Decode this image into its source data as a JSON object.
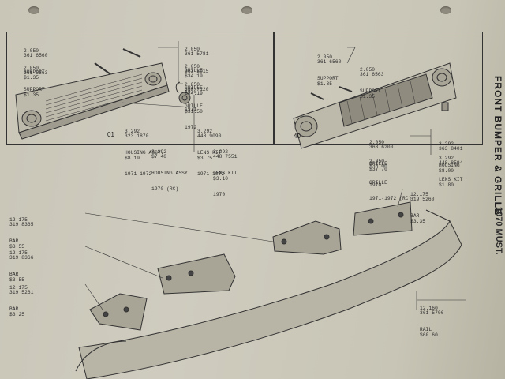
{
  "header": {
    "vertical_title": "FRONT BUMPER & GRILLE",
    "vertical_subtitle": "1970 MUST."
  },
  "panel_left": {
    "figure": "01",
    "labels": [
      {
        "code": "2.050",
        "part": "361 6560",
        "name": "SUPPORT",
        "price": "$1.35"
      },
      {
        "code": "2.050",
        "part": "361 6563",
        "name": "SUPPORT",
        "price": "$1.35"
      },
      {
        "code": "2.050",
        "part": "361 5781",
        "name": "GRILLE",
        "year": "1970",
        "price": "$34.19"
      },
      {
        "code": "2.050",
        "part": "363 3015",
        "name": "GRILLE",
        "year": "1971",
        "price": "$34.19"
      },
      {
        "code": "2.050",
        "part": "365 7120",
        "name": "GRILLE",
        "year": "1972",
        "price": "$31.50"
      },
      {
        "code": "3.292",
        "part": "323 1870",
        "name": "HOUSING ASSY.",
        "year": "1971-1972",
        "price": "$8.19"
      },
      {
        "code": "3.292",
        "part": "448 9090",
        "name": "LENS KIT",
        "year": "1971-1972",
        "price": "$3.75"
      },
      {
        "code": "3.292",
        "part": "",
        "name": "HOUSING ASSY.",
        "year": "1970 (RC)",
        "price": "$7.40"
      },
      {
        "code": "3.292",
        "part": "448 7551",
        "name": "LENS KIT",
        "year": "1970",
        "price": "$3.10"
      }
    ]
  },
  "panel_right": {
    "figure": "40",
    "labels": [
      {
        "code": "2.050",
        "part": "361 6560",
        "name": "SUPPORT",
        "price": "$1.35"
      },
      {
        "code": "2.050",
        "part": "361 6563",
        "name": "SUPPORT",
        "price": "$1.35"
      },
      {
        "code": "2.050",
        "part": "363 6200",
        "name": "GRILLE",
        "year": "1970",
        "price": "$37.70"
      },
      {
        "code": "2.050",
        "part": "",
        "name": "GRILLE",
        "year": "1971-1972 (RC)",
        "price": "$36.00"
      },
      {
        "code": "3.292",
        "part": "363 8401",
        "name": "HOUSING",
        "price": "$8.00"
      },
      {
        "code": "3.292",
        "part": "448 8594",
        "name": "LENS KIT",
        "price": "$1.80"
      }
    ]
  },
  "lower": {
    "labels": [
      {
        "code": "12.175",
        "part": "319 5260",
        "name": "BAR",
        "price": "$3.35"
      },
      {
        "code": "12.175",
        "part": "319 8365",
        "name": "BAR",
        "price": "$3.55"
      },
      {
        "code": "12.175",
        "part": "319 8366",
        "name": "BAR",
        "price": "$3.55"
      },
      {
        "code": "12.175",
        "part": "319 5261",
        "name": "BAR",
        "price": "$3.25"
      },
      {
        "code": "12.160",
        "part": "361 5706",
        "name": "RAIL",
        "price": "$60.60"
      }
    ]
  },
  "colors": {
    "paper": "#cfccbf",
    "ink": "#2c2c2c",
    "shadow": "#8f8b7e"
  }
}
